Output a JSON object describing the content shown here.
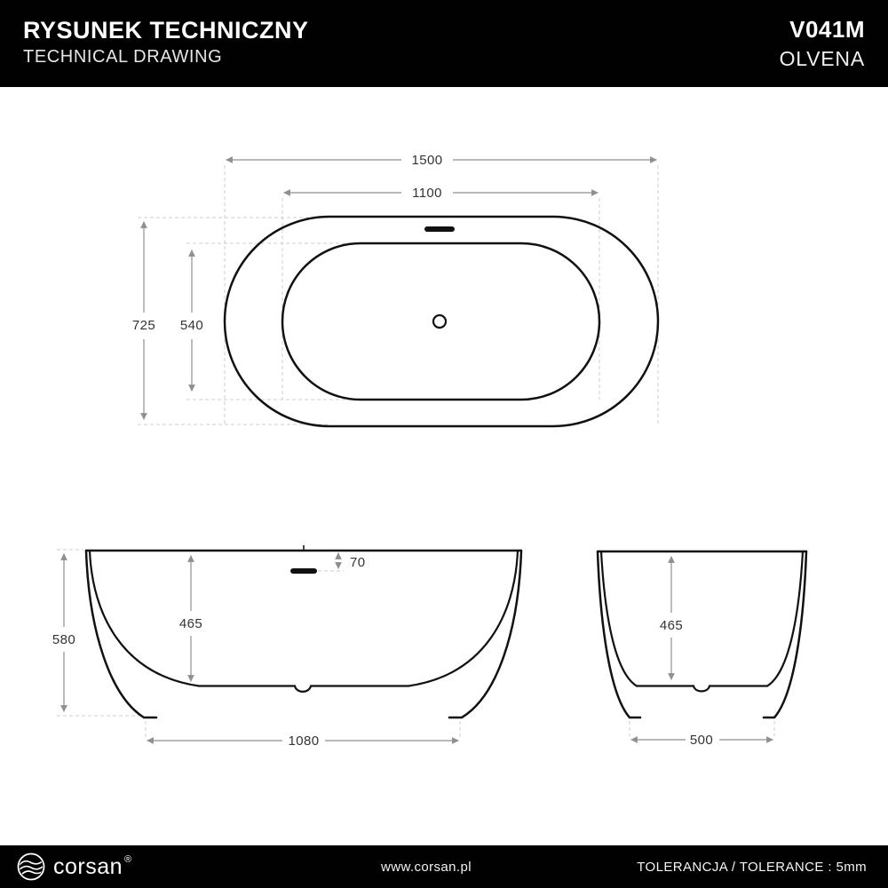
{
  "header": {
    "title": "RYSUNEK TECHNICZNY",
    "subtitle": "TECHNICAL DRAWING",
    "model_code": "V041M",
    "model_name": "OLVENA"
  },
  "drawing": {
    "top_view": {
      "overall_length": "1500",
      "inner_length": "1100",
      "overall_width": "725",
      "inner_width": "540"
    },
    "front_view": {
      "overall_height": "580",
      "depth": "465",
      "overflow_offset": "70",
      "base_length": "1080"
    },
    "side_view": {
      "depth": "465",
      "base_width": "500"
    }
  },
  "footer": {
    "brand": "corsan",
    "registered": "®",
    "website": "www.corsan.pl",
    "tolerance": "TOLERANCJA / TOLERANCE : 5mm"
  },
  "colors": {
    "header_bg": "#000000",
    "outline": "#111111",
    "dimension_line": "#8f8f8f",
    "extension_line": "#cccccc",
    "label_text": "#333333",
    "text_on_dark": "#ffffff"
  }
}
